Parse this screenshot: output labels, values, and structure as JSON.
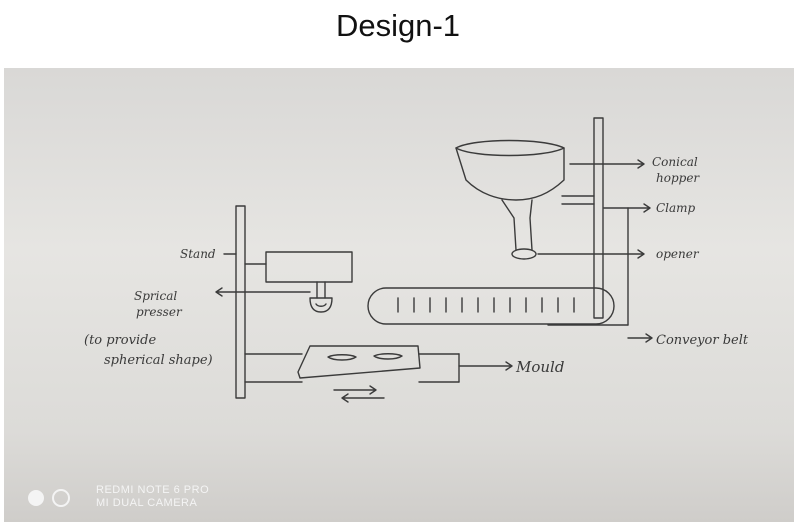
{
  "title": "Design-1",
  "labels": {
    "conical_hopper_1": "Conical",
    "conical_hopper_2": "hopper",
    "clamp": "Clamp",
    "opener": "opener",
    "stand": "Stand",
    "spiral_1": "Sprical",
    "spiral_2": "presser",
    "spiral_3": "(to provide",
    "spiral_4": "spherical shape)",
    "conveyor_belt": "Conveyor belt",
    "mould": "Mould"
  },
  "watermark": {
    "line1": "REDMI NOTE 6 PRO",
    "line2": "MI DUAL CAMERA"
  }
}
